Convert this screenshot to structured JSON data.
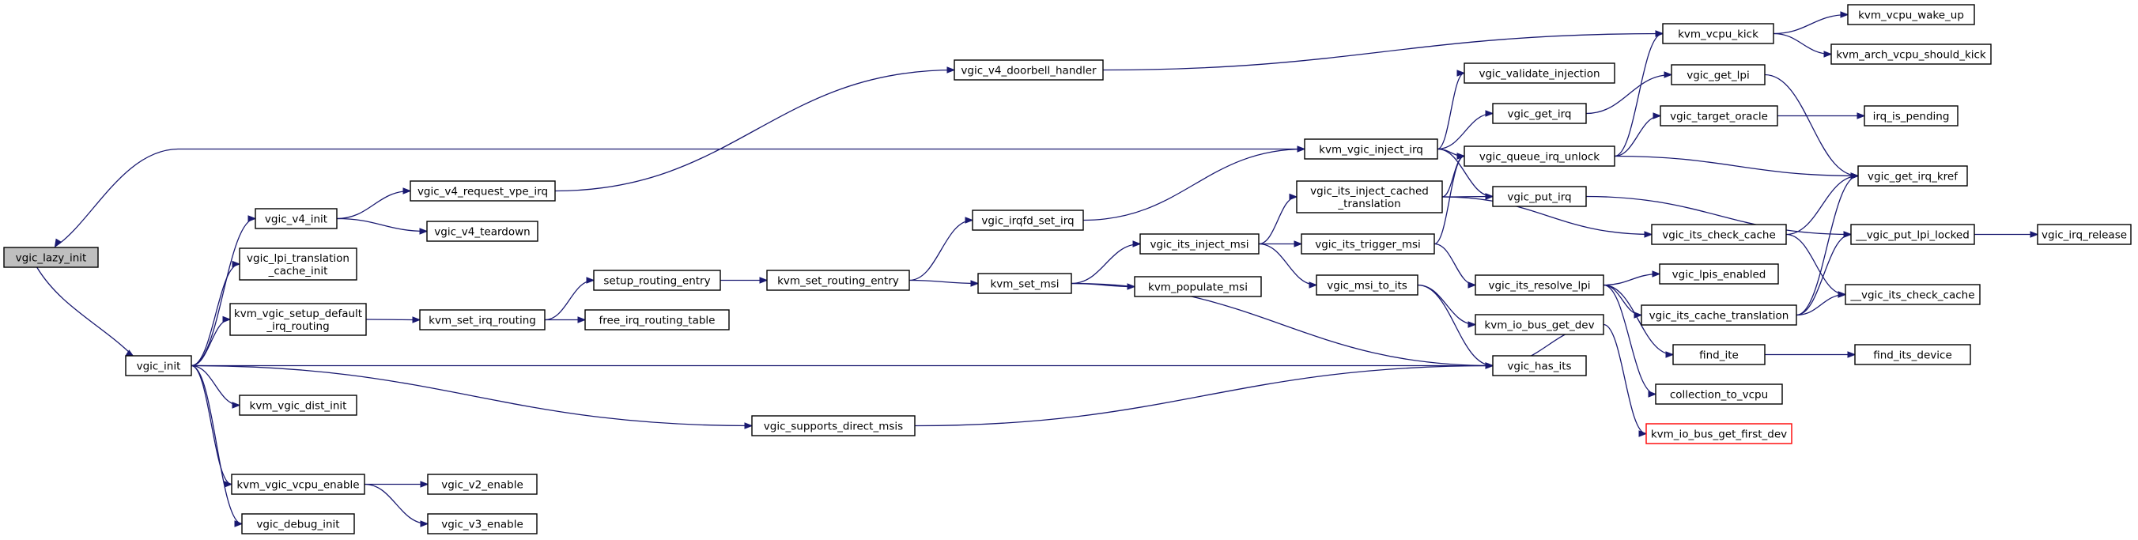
{
  "colors": {
    "edge": "#191970",
    "node_border": "#000000",
    "node_fill": "#ffffff",
    "root_fill": "#bfbfbf",
    "truncated_border": "#ff0000"
  },
  "nodes": {
    "vgic_lazy_init": {
      "label": "vgic_lazy_init"
    },
    "vgic_init": {
      "label": "vgic_init"
    },
    "vgic_v4_init": {
      "label": "vgic_v4_init"
    },
    "vgic_v4_request_vpe_irq": {
      "label": "vgic_v4_request_vpe_irq"
    },
    "vgic_v4_teardown": {
      "label": "vgic_v4_teardown"
    },
    "vgic_v4_doorbell_handler": {
      "label": "vgic_v4_doorbell_handler"
    },
    "vgic_lpi_translation_cache_init": {
      "lines": [
        "vgic_lpi_translation",
        "_cache_init"
      ]
    },
    "kvm_vgic_setup_default_irq_routing": {
      "lines": [
        "kvm_vgic_setup_default",
        "_irq_routing"
      ]
    },
    "kvm_set_irq_routing": {
      "label": "kvm_set_irq_routing"
    },
    "setup_routing_entry": {
      "label": "setup_routing_entry"
    },
    "free_irq_routing_table": {
      "label": "free_irq_routing_table"
    },
    "kvm_set_routing_entry": {
      "label": "kvm_set_routing_entry"
    },
    "kvm_set_msi": {
      "label": "kvm_set_msi"
    },
    "vgic_irqfd_set_irq": {
      "label": "vgic_irqfd_set_irq"
    },
    "vgic_its_inject_msi": {
      "label": "vgic_its_inject_msi"
    },
    "kvm_populate_msi": {
      "label": "kvm_populate_msi"
    },
    "kvm_vgic_dist_init": {
      "label": "kvm_vgic_dist_init"
    },
    "vgic_supports_direct_msis": {
      "label": "vgic_supports_direct_msis"
    },
    "kvm_vgic_vcpu_enable": {
      "label": "kvm_vgic_vcpu_enable"
    },
    "vgic_v2_enable": {
      "label": "vgic_v2_enable"
    },
    "vgic_v3_enable": {
      "label": "vgic_v3_enable"
    },
    "vgic_debug_init": {
      "label": "vgic_debug_init"
    },
    "kvm_vgic_inject_irq": {
      "label": "kvm_vgic_inject_irq"
    },
    "vgic_its_inject_cached_translation": {
      "lines": [
        "vgic_its_inject_cached",
        "_translation"
      ]
    },
    "vgic_its_trigger_msi": {
      "label": "vgic_its_trigger_msi"
    },
    "vgic_msi_to_its": {
      "label": "vgic_msi_to_its"
    },
    "vgic_validate_injection": {
      "label": "vgic_validate_injection"
    },
    "vgic_get_irq": {
      "label": "vgic_get_irq"
    },
    "vgic_queue_irq_unlock": {
      "label": "vgic_queue_irq_unlock"
    },
    "vgic_put_irq": {
      "label": "vgic_put_irq"
    },
    "vgic_its_resolve_lpi": {
      "label": "vgic_its_resolve_lpi"
    },
    "kvm_io_bus_get_dev": {
      "label": "kvm_io_bus_get_dev"
    },
    "vgic_has_its": {
      "label": "vgic_has_its"
    },
    "kvm_vcpu_kick": {
      "label": "kvm_vcpu_kick"
    },
    "vgic_get_lpi": {
      "label": "vgic_get_lpi"
    },
    "vgic_target_oracle": {
      "label": "vgic_target_oracle"
    },
    "vgic_its_check_cache": {
      "label": "vgic_its_check_cache"
    },
    "vgic_lpis_enabled": {
      "label": "vgic_lpis_enabled"
    },
    "vgic_its_cache_translation": {
      "label": "vgic_its_cache_translation"
    },
    "find_ite": {
      "label": "find_ite"
    },
    "collection_to_vcpu": {
      "label": "collection_to_vcpu"
    },
    "kvm_io_bus_get_first_dev": {
      "label": "kvm_io_bus_get_first_dev"
    },
    "kvm_vcpu_wake_up": {
      "label": "kvm_vcpu_wake_up"
    },
    "kvm_arch_vcpu_should_kick": {
      "label": "kvm_arch_vcpu_should_kick"
    },
    "irq_is_pending": {
      "label": "irq_is_pending"
    },
    "vgic_get_irq_kref": {
      "label": "vgic_get_irq_kref"
    },
    "__vgic_put_lpi_locked": {
      "label": "__vgic_put_lpi_locked"
    },
    "vgic_irq_release": {
      "label": "vgic_irq_release"
    },
    "__vgic_its_check_cache": {
      "label": "__vgic_its_check_cache"
    },
    "find_its_device": {
      "label": "find_its_device"
    }
  },
  "edges": [
    [
      "vgic_lazy_init",
      "vgic_init"
    ],
    [
      "vgic_init",
      "vgic_v4_init"
    ],
    [
      "vgic_init",
      "vgic_lpi_translation_cache_init"
    ],
    [
      "vgic_init",
      "kvm_vgic_setup_default_irq_routing"
    ],
    [
      "vgic_init",
      "vgic_has_its"
    ],
    [
      "vgic_init",
      "kvm_vgic_dist_init"
    ],
    [
      "vgic_init",
      "vgic_supports_direct_msis"
    ],
    [
      "vgic_init",
      "kvm_vgic_vcpu_enable"
    ],
    [
      "vgic_init",
      "vgic_debug_init"
    ],
    [
      "vgic_v4_init",
      "vgic_v4_request_vpe_irq"
    ],
    [
      "vgic_v4_init",
      "vgic_v4_teardown"
    ],
    [
      "vgic_v4_request_vpe_irq",
      "vgic_v4_doorbell_handler"
    ],
    [
      "vgic_v4_doorbell_handler",
      "kvm_vcpu_kick"
    ],
    [
      "kvm_vgic_setup_default_irq_routing",
      "kvm_set_irq_routing"
    ],
    [
      "kvm_set_irq_routing",
      "setup_routing_entry"
    ],
    [
      "kvm_set_irq_routing",
      "free_irq_routing_table"
    ],
    [
      "setup_routing_entry",
      "kvm_set_routing_entry"
    ],
    [
      "kvm_set_routing_entry",
      "vgic_irqfd_set_irq"
    ],
    [
      "kvm_set_routing_entry",
      "kvm_set_msi"
    ],
    [
      "vgic_irqfd_set_irq",
      "kvm_vgic_inject_irq"
    ],
    [
      "kvm_set_msi",
      "vgic_its_inject_msi"
    ],
    [
      "kvm_set_msi",
      "kvm_populate_msi"
    ],
    [
      "kvm_set_msi",
      "vgic_has_its"
    ],
    [
      "vgic_its_inject_msi",
      "vgic_its_inject_cached_translation"
    ],
    [
      "vgic_its_inject_msi",
      "vgic_its_trigger_msi"
    ],
    [
      "vgic_its_inject_msi",
      "vgic_msi_to_its"
    ],
    [
      "kvm_vgic_vcpu_enable",
      "vgic_v2_enable"
    ],
    [
      "kvm_vgic_vcpu_enable",
      "vgic_v3_enable"
    ],
    [
      "vgic_supports_direct_msis",
      "vgic_has_its"
    ],
    [
      "kvm_vgic_inject_irq",
      "vgic_lazy_init"
    ],
    [
      "kvm_vgic_inject_irq",
      "vgic_validate_injection"
    ],
    [
      "kvm_vgic_inject_irq",
      "vgic_get_irq"
    ],
    [
      "kvm_vgic_inject_irq",
      "vgic_queue_irq_unlock"
    ],
    [
      "kvm_vgic_inject_irq",
      "vgic_put_irq"
    ],
    [
      "vgic_its_inject_cached_translation",
      "vgic_queue_irq_unlock"
    ],
    [
      "vgic_its_inject_cached_translation",
      "vgic_put_irq"
    ],
    [
      "vgic_its_inject_cached_translation",
      "vgic_its_check_cache"
    ],
    [
      "vgic_its_trigger_msi",
      "vgic_queue_irq_unlock"
    ],
    [
      "vgic_its_trigger_msi",
      "vgic_its_resolve_lpi"
    ],
    [
      "vgic_msi_to_its",
      "kvm_io_bus_get_dev"
    ],
    [
      "vgic_msi_to_its",
      "vgic_has_its"
    ],
    [
      "vgic_get_irq",
      "vgic_get_lpi"
    ],
    [
      "vgic_queue_irq_unlock",
      "kvm_vcpu_kick"
    ],
    [
      "vgic_queue_irq_unlock",
      "vgic_target_oracle"
    ],
    [
      "vgic_queue_irq_unlock",
      "vgic_get_irq_kref"
    ],
    [
      "vgic_put_irq",
      "__vgic_put_lpi_locked"
    ],
    [
      "vgic_its_resolve_lpi",
      "vgic_lpis_enabled"
    ],
    [
      "vgic_its_resolve_lpi",
      "vgic_its_cache_translation"
    ],
    [
      "vgic_its_resolve_lpi",
      "find_ite"
    ],
    [
      "vgic_its_resolve_lpi",
      "collection_to_vcpu"
    ],
    [
      "kvm_io_bus_get_dev",
      "vgic_has_its"
    ],
    [
      "kvm_io_bus_get_dev",
      "kvm_io_bus_get_first_dev"
    ],
    [
      "kvm_vcpu_kick",
      "kvm_vcpu_wake_up"
    ],
    [
      "kvm_vcpu_kick",
      "kvm_arch_vcpu_should_kick"
    ],
    [
      "vgic_get_lpi",
      "vgic_get_irq_kref"
    ],
    [
      "vgic_target_oracle",
      "irq_is_pending"
    ],
    [
      "vgic_its_check_cache",
      "vgic_get_irq_kref"
    ],
    [
      "vgic_its_check_cache",
      "__vgic_its_check_cache"
    ],
    [
      "vgic_its_cache_translation",
      "vgic_get_irq_kref"
    ],
    [
      "vgic_its_cache_translation",
      "__vgic_put_lpi_locked"
    ],
    [
      "vgic_its_cache_translation",
      "__vgic_its_check_cache"
    ],
    [
      "__vgic_put_lpi_locked",
      "vgic_irq_release"
    ],
    [
      "find_ite",
      "find_its_device"
    ]
  ]
}
